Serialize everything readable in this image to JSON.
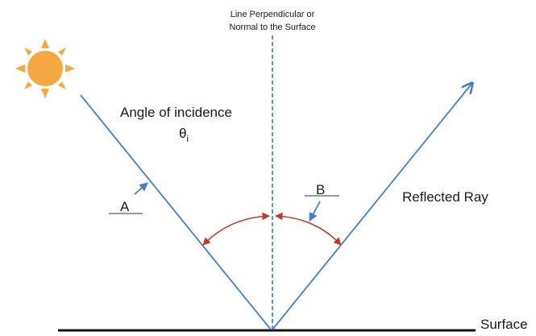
{
  "normal_line": {
    "line1": "Line Perpendicular or",
    "line2": "Normal to the Surface"
  },
  "angle_of_incidence": {
    "title": "Angle of incidence",
    "symbol": "θ",
    "subscript": "i"
  },
  "label_a": "A",
  "label_b": "B",
  "reflected_ray": "Reflected Ray",
  "surface": "Surface",
  "colors": {
    "ray": "#4a7cc4",
    "normal": "#2f6fc4",
    "angle_arc": "#c0392b",
    "sun": "#f5a742",
    "surface": "#111111"
  },
  "icons": [
    "sun-icon"
  ]
}
